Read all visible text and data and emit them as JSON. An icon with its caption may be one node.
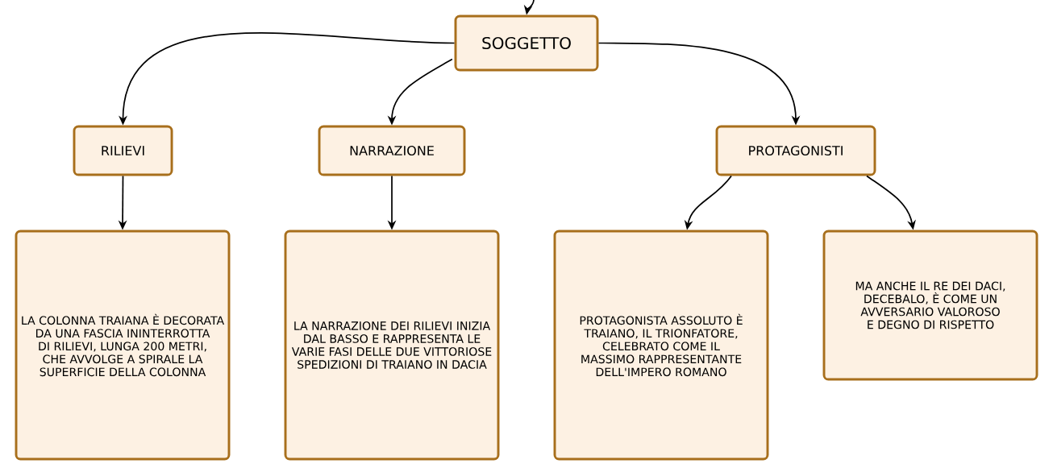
{
  "diagram": {
    "nodes": [
      {
        "text": [
          "SOGGETTO"
        ]
      },
      {
        "text": [
          "RILIEVI"
        ]
      },
      {
        "text": [
          "NARRAZIONE"
        ]
      },
      {
        "text": [
          "PROTAGONISTI"
        ]
      },
      {
        "text": [
          "LA COLONNA TRAIANA È DECORATA DA UNA FASCIA ININTERROTTA DI RILIEVI, LUNGA 200 METRI, CHE AVVOLGE A SPIRALE LA SUPERFICIE DELLA COLONNA"
        ]
      },
      {
        "text": [
          "LA NARRAZIONE DEI RILIEVI INIZIA DAL BASSO E RAPPRESENTA LE VARIE FASI DELLE DUE VITTORIOSE SPEDIZIONI DI TRAIANO IN DACIA"
        ]
      },
      {
        "text": [
          "PROTAGONISTA ASSOLUTO È TRAIANO, IL TRIONFATORE, CELEBRATO COME IL MASSIMO RAPPRESENTANTE DELL'IMPERO ROMANO"
        ]
      },
      {
        "text": [
          "MA ANCHE IL RE DEI DACI, DECEBALO, È COME UN AVVERSARIO VALOROSO E DEGNO DI RISPETTO"
        ]
      }
    ],
    "edges": [
      {
        "from": null,
        "to": 0,
        "arrow": "to"
      },
      {
        "from": 0,
        "to": 1,
        "arrow": "to"
      },
      {
        "from": 0,
        "to": 2,
        "arrow": "to"
      },
      {
        "from": 0,
        "to": 3,
        "arrow": "to"
      },
      {
        "from": 1,
        "to": 4,
        "arrow": "to"
      },
      {
        "from": 2,
        "to": 5,
        "arrow": "to"
      },
      {
        "from": 3,
        "to": 6,
        "arrow": "to"
      },
      {
        "from": 3,
        "to": 7,
        "arrow": "to"
      }
    ]
  }
}
